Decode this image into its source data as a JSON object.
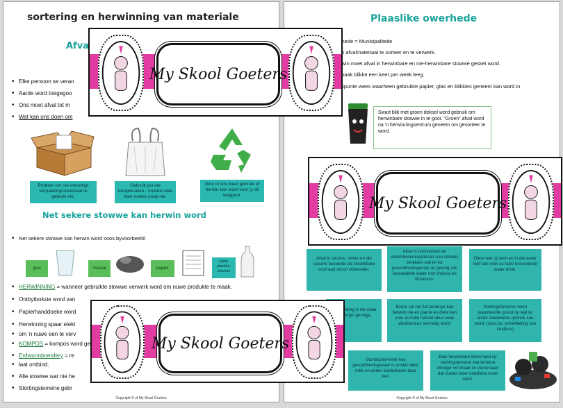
{
  "left_page": {
    "title": "sortering en herwinning van materiale",
    "subtitle_fragment": "Afva",
    "bullets_top": [
      "Elke persoon se veran",
      "Aarde word toegegoo",
      "Ons moet afval tot m",
      "Wat kan ons doen om"
    ],
    "captions": [
      "Probeer om nie onnodige verpakkingsmateriaal te gebruik nie.",
      "Gebruik jou eie inkopiesakke - moenie elke keer nuwes koop nie.",
      "Dink of iets weer gebruik of herwin kan word voor jy dit weggooi."
    ],
    "section_title": "Net sekere stowwe kan herwin word",
    "intro": "Net sekere stowwe kan herwin word soos byvoorbeeld:",
    "materials": [
      "glas",
      "metaal",
      "papier",
      "party plastiek-stowwe"
    ],
    "bullets_bottom": [
      {
        "term": "HERWINNING",
        "rest": " = wanneer gebruikte stowwe verwerk word om nuwe produkte te maak."
      },
      {
        "term": "",
        "rest": "Ontbytboksie word van"
      },
      {
        "term": "",
        "rest": "Papierhanddoeke word"
      },
      {
        "term": "",
        "rest": "Herwinning spaar elekt"
      },
      {
        "term": "",
        "rest": "om 'n nuwe een te verv"
      },
      {
        "term": "KOMPOS",
        "rest": " = kompos word gemaak"
      },
      {
        "term": "Erdwurmboerdery",
        "rest": " = re"
      },
      {
        "term": "",
        "rest": "laat ontbind."
      },
      {
        "term": "",
        "rest": "Alle stowwe wat nie he"
      },
      {
        "term": "",
        "rest": "Stortingsterreine gebr"
      }
    ],
    "footer": "Copyright © of My Skool Goeters"
  },
  "right_page": {
    "title": "Plaaslike owerhede",
    "lines": [
      "rhede = Munisipaliteite",
      "m afvalmateriaal te sorteer en te verwerk.",
      "rwin moet afval in herwinbare en nie-herwinbare stowwe geskei word.",
      "maak blikke een keer per week leeg.",
      "aipunte wees waarheen gebruikte papier, glas en blikkies geneem kan word in"
    ],
    "bin_note": "Swart blik met groen deksel word gebruik om herwinbare stowwe in te gooi. \"Groen\" afval word na 'n herwinningsentrum geneem om gesorteer te word.",
    "boxes_row1": [
      "Afval in strome, riviere en die oseane besoedel die beskikbare voorraad skoon drinkwater.",
      "Afval in riooistelsels en waterdreineringstelsels kan stelsels blokkeer wat lei tot gesondheidsgevare as gevolg van besoedelde water met cholera en tifuskoors.",
      "Diere wat op land en in die water leef kan vrek as hulle besoedelde water drink."
    ],
    "boxes_row2": [
      "- en bedeling is nie maar het ook rmyn gevolge.",
      "Boere sal nie hul landerye kan bewerk nie en plante en diere kan vrek as hulle habitat deur swak afvalbestuur vernietig word.",
      "Stortingsterreine neem waardevolle grond op wat vir ander doeleindes gebruik kan word. (soos bv. ontwikkeling van landbou)"
    ],
    "boxes_row3": [
      "Stortingsterreine hou gesondheidsgevaar in omdat vlieë, rotte en ander siektedraers daar teel.",
      "Baie herwinbare items land op stortingsterreine wat terreine vinniger vol maak en veroorsaak dat nuwes weer ontwikkel moet word."
    ],
    "footer": "Copyright © of My Skool Goeters"
  },
  "banner": {
    "text": "My Skool Goeters",
    "colors": {
      "band": "#e23ca3",
      "border": "#111111"
    }
  }
}
